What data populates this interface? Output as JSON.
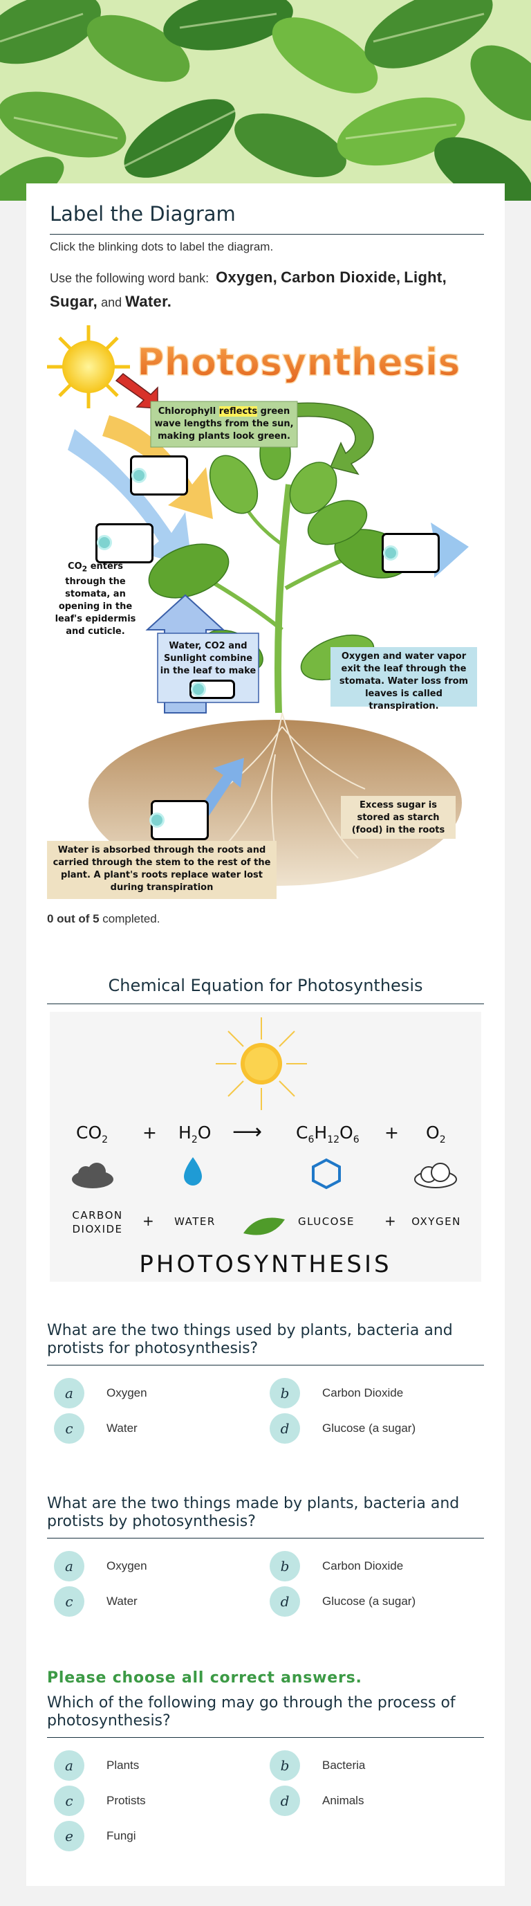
{
  "header": {
    "title": "Label the Diagram",
    "instructions": "Click the blinking dots to label the diagram.",
    "wordbank_intro": "Use the following word bank:",
    "wordbank": [
      "Oxygen",
      "Carbon Dioxide",
      "Light",
      "Sugar",
      "Water"
    ],
    "sep_comma": ",",
    "sep_and": "and",
    "period": "."
  },
  "diagram": {
    "title": "Photosynthesis",
    "chlorophyll_pre": "Chlorophyll",
    "chlorophyll_highlight": "reflects",
    "chlorophyll_post": "green wave lengths from the sun, making plants look green.",
    "co2_note_pre": "CO",
    "co2_note_sub": "2",
    "co2_note_post": "enters through the stomata, an opening in the leaf's epidermis and cuticle.",
    "combine_note": "Water, CO2 and Sunlight combine in the leaf to make",
    "oxygen_note": "Oxygen and water vapor exit the leaf through the stomata. Water loss from leaves is called transpiration.",
    "sugar_note": "Excess sugar is stored as starch (food) in the roots",
    "water_note": "Water is absorbed through the roots and carried through the stem to the rest of the plant. A plant's roots replace water lost during transpiration",
    "progress_bold": "0 out of 5",
    "progress_rest": "completed."
  },
  "equation": {
    "title": "Chemical Equation for Photosynthesis",
    "co2": "CO",
    "co2_sub": "2",
    "h2o_a": "H",
    "h2o_sub": "2",
    "h2o_b": "O",
    "glucose_c": "C",
    "glucose_c_sub": "6",
    "glucose_h": "H",
    "glucose_h_sub": "12",
    "glucose_o": "O",
    "glucose_o_sub": "6",
    "o2": "O",
    "o2_sub": "2",
    "plus": "+",
    "arrow": "⟶",
    "word_carbon_1": "CARBON",
    "word_carbon_2": "DIOXIDE",
    "word_water": "WATER",
    "word_glucose": "GLUCOSE",
    "word_oxygen": "OXYGEN",
    "big_label": "PHOTOSYNTHESIS"
  },
  "questions": [
    {
      "prompt": "What are the two things used by plants, bacteria and protists for photosynthesis?",
      "options": [
        {
          "letter": "a",
          "text": "Oxygen"
        },
        {
          "letter": "b",
          "text": "Carbon Dioxide"
        },
        {
          "letter": "c",
          "text": "Water"
        },
        {
          "letter": "d",
          "text": "Glucose (a sugar)"
        }
      ]
    },
    {
      "prompt": "What are the two things made by plants, bacteria and protists by photosynthesis?",
      "options": [
        {
          "letter": "a",
          "text": "Oxygen"
        },
        {
          "letter": "b",
          "text": "Carbon Dioxide"
        },
        {
          "letter": "c",
          "text": "Water"
        },
        {
          "letter": "d",
          "text": "Glucose (a sugar)"
        }
      ]
    },
    {
      "instruction": "Please choose all correct answers.",
      "prompt": "Which of the following may go through the process of photosynthesis?",
      "options": [
        {
          "letter": "a",
          "text": "Plants"
        },
        {
          "letter": "b",
          "text": "Bacteria"
        },
        {
          "letter": "c",
          "text": "Protists"
        },
        {
          "letter": "d",
          "text": "Animals"
        },
        {
          "letter": "e",
          "text": "Fungi"
        }
      ]
    }
  ]
}
